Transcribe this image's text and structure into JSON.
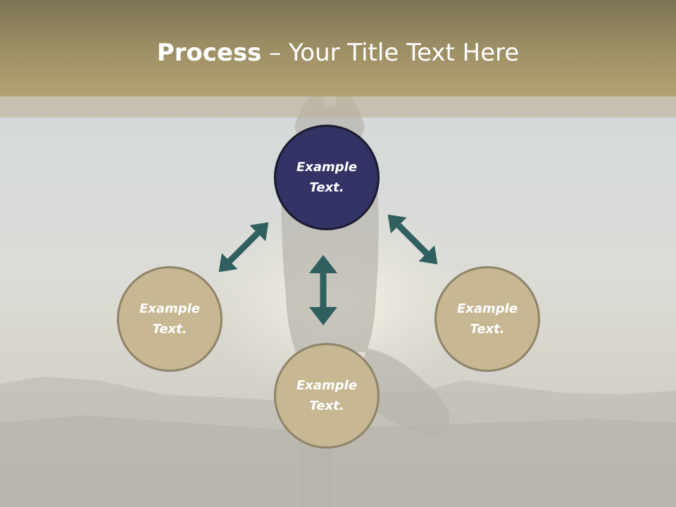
{
  "header": {
    "title_bold": "Process",
    "title_rest": " – Your Title Text Here"
  },
  "diagram": {
    "nodes": [
      {
        "id": "top",
        "label": "Example Text."
      },
      {
        "id": "left",
        "label": "Example Text."
      },
      {
        "id": "bottom",
        "label": "Example Text."
      },
      {
        "id": "right",
        "label": "Example Text."
      }
    ],
    "arrows": [
      {
        "from": "top",
        "to": "left",
        "direction": "bidirectional"
      },
      {
        "from": "top",
        "to": "bottom",
        "direction": "bidirectional"
      },
      {
        "from": "top",
        "to": "right",
        "direction": "bidirectional"
      }
    ]
  },
  "colors": {
    "header_band": "#b4a273",
    "primary_node": "#343366",
    "secondary_node": "#c7b792",
    "arrow": "#2f5f5f",
    "text": "#ffffff"
  }
}
